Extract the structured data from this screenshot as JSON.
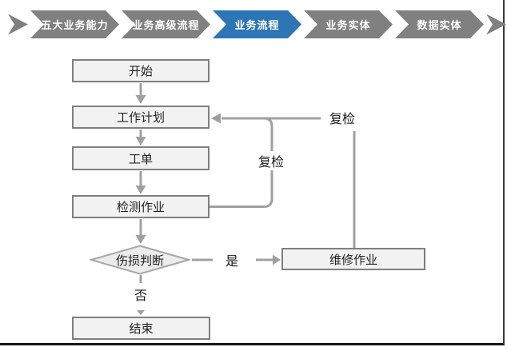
{
  "nav": {
    "items": [
      {
        "label": "五大业务能力",
        "active": false
      },
      {
        "label": "业务高级流程",
        "active": false
      },
      {
        "label": "业务流程",
        "active": true
      },
      {
        "label": "业务实体",
        "active": false
      },
      {
        "label": "数据实体",
        "active": false
      }
    ],
    "colors": {
      "inactive_bg": "#808080",
      "active_bg": "#2E75B6",
      "text": "#FFFFFF"
    }
  },
  "flowchart": {
    "nodes": {
      "start": {
        "label": "开始",
        "shape": "rect"
      },
      "plan": {
        "label": "工作计划",
        "shape": "rect"
      },
      "order": {
        "label": "工单",
        "shape": "rect"
      },
      "inspect": {
        "label": "检测作业",
        "shape": "rect"
      },
      "decision": {
        "label": "伤损判断",
        "shape": "diamond"
      },
      "repair": {
        "label": "维修作业",
        "shape": "rect"
      },
      "end": {
        "label": "结束",
        "shape": "rect"
      }
    },
    "edge_labels": {
      "yes": "是",
      "no": "否",
      "recheck_from_inspect": "复检",
      "recheck_from_repair": "复检"
    },
    "colors": {
      "node_fill": "#F2F2F2",
      "node_border": "#7F7F7F",
      "diamond_fill": "#ECECEC",
      "diamond_border": "#A6A6A6",
      "connector": "#A0A0A0",
      "label_text": "#1A1A1A"
    }
  }
}
